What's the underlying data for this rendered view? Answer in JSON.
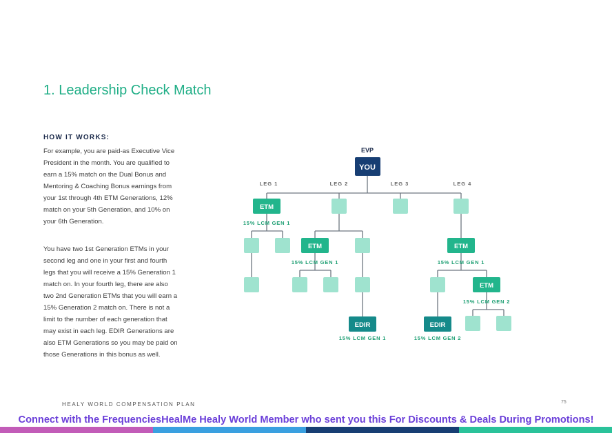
{
  "page": {
    "title": "1. Leadership Check Match",
    "how_heading": "HOW IT WORKS:",
    "paragraph1": "For example, you are paid-as Executive Vice President in the month. You are qualified to earn a 15% match on the Dual Bonus and Mentoring & Coaching Bonus earnings from your 1st through 4th ETM Generations, 12% match on your 5th Generation, and 10% on your 6th Generation.",
    "paragraph2": "You have two 1st Generation ETMs in your second leg and one in your first and fourth legs that you will receive a 15% Generation 1 match on. In your fourth leg, there are also two 2nd Generation ETMs that you will earn a 15% Generation 2 match on. There is not a limit to the number of each generation that may exist in each leg. EDIR Generations are also ETM Generations so you may be paid on those Generations in this bonus as well.",
    "footer_left": "HEALY WORLD COMPENSATION PLAN",
    "page_number": "75",
    "promo_banner": "Connect with the FrequenciesHealMe Healy World Member who sent you this For Discounts & Deals During Promotions!"
  },
  "diagram": {
    "top_rank": "EVP",
    "root": "YOU",
    "legs": [
      "LEG 1",
      "LEG 2",
      "LEG 3",
      "LEG 4"
    ],
    "etm": "ETM",
    "edir": "EDIR",
    "gen1": "15% LCM GEN 1",
    "gen2": "15% LCM GEN 2"
  },
  "colors": {
    "title": "#1fae86",
    "root_box": "#173e73",
    "etm_box": "#22b58c",
    "edir_box": "#158a8a",
    "leaf_box": "#9fe3cf",
    "gen_label": "#1c9e72",
    "promo_text": "#6b3fd9",
    "bar_magenta": "#c25cb8",
    "bar_blue": "#3aa0e0",
    "bar_navy": "#173e73",
    "bar_green": "#2ac29a"
  }
}
